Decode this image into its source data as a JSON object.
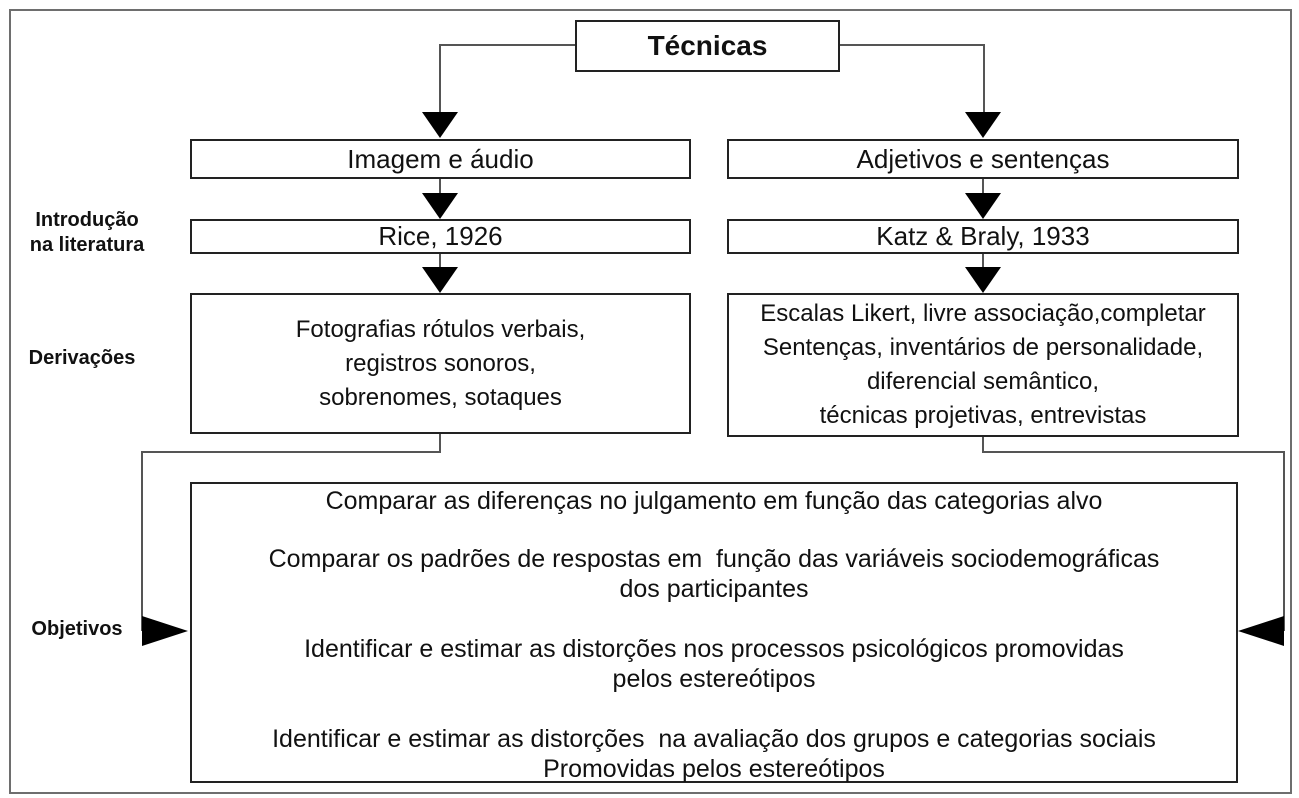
{
  "diagram": {
    "title": "Técnicas",
    "side_labels": {
      "introduction": {
        "line1": "Introdução",
        "line2": "na literatura"
      },
      "derivations": "Derivações",
      "objectives": "Objetivos"
    },
    "columns": {
      "left": {
        "technique": "Imagem e áudio",
        "introduction": "Rice, 1926",
        "derivations": [
          "Fotografias rótulos verbais,",
          "registros sonoros,",
          "sobrenomes, sotaques"
        ]
      },
      "right": {
        "technique": "Adjetivos e sentenças",
        "introduction": "Katz & Braly, 1933",
        "derivations": [
          "Escalas Likert, livre associação,completar",
          "Sentenças, inventários de personalidade,",
          "diferencial semântico,",
          "técnicas projetivas, entrevistas"
        ]
      }
    },
    "objectives": [
      {
        "lines": [
          "Comparar as diferenças no julgamento em função das categorias alvo"
        ]
      },
      {
        "lines": [
          "Comparar os padrões de respostas em  função das variáveis sociodemográficas",
          "dos participantes"
        ]
      },
      {
        "lines": [
          "Identificar e estimar as distorções nos processos psicológicos promovidas",
          "pelos estereótipos"
        ]
      },
      {
        "lines": [
          "Identificar e estimar as distorções  na avaliação dos grupos e categorias sociais",
          "Promovidas pelos estereótipos"
        ]
      }
    ],
    "colors": {
      "background": "#ffffff",
      "text": "#111111",
      "border": "#222222",
      "line": "#555555",
      "arrow": "#000000",
      "frame": "#6e6e6e"
    }
  }
}
